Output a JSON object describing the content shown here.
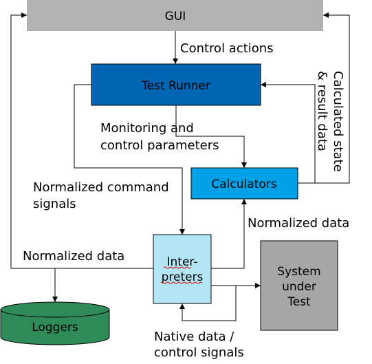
{
  "nodes": {
    "gui": {
      "label": "GUI",
      "color": "#b3b3b3"
    },
    "test_runner": {
      "label": "Test Runner",
      "color": "#0066b3"
    },
    "calculators": {
      "label": "Calculators",
      "color": "#00a0e6"
    },
    "interpreters": {
      "line1": "Inter-",
      "line2": "preters",
      "color": "#b4e6f5"
    },
    "sut": {
      "line1": "System",
      "line2": "under",
      "line3": "Test",
      "color": "#a6a6a6"
    },
    "loggers": {
      "label": "Loggers",
      "color": "#2e8b57"
    }
  },
  "edges": {
    "control_actions": "Control actions",
    "monitoring_1": "Monitoring and",
    "monitoring_2": "control parameters",
    "normalized_command_1": "Normalized command",
    "normalized_command_2": "signals",
    "calculated_1": "Calculated state",
    "calculated_2": "& result data",
    "normalized_data_calc": "Normalized data",
    "normalized_data_log": "Normalized data",
    "native_1": "Native data /",
    "native_2": "control signals"
  }
}
